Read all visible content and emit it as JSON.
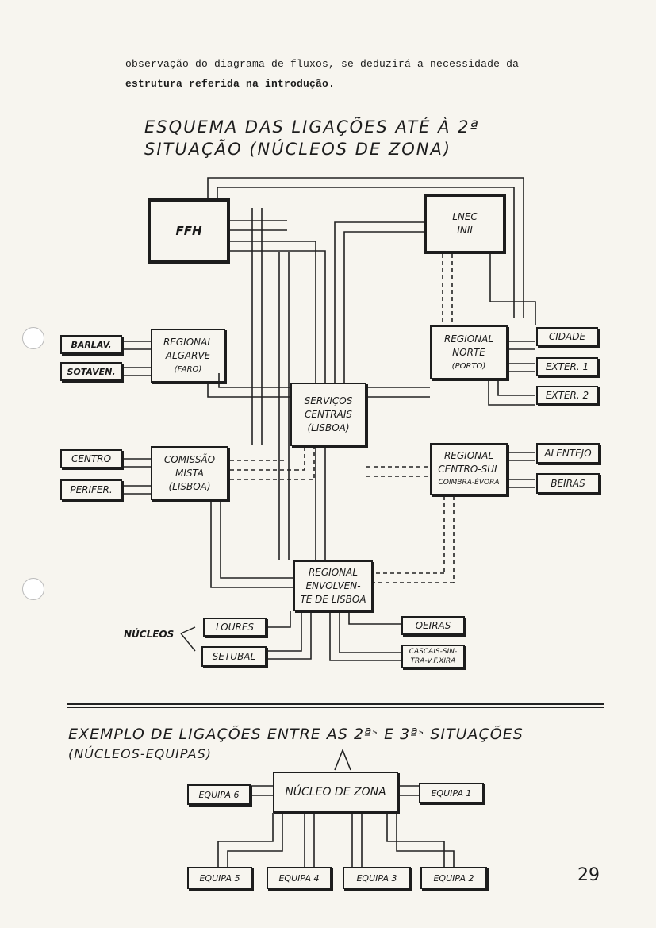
{
  "intro": {
    "line1": "observação do diagrama de fluxos, se deduzirá a necessidade da",
    "line2": "estrutura referida na introdução."
  },
  "diagram1": {
    "title_line1": "ESQUEMA DAS LIGAÇÕES ATÉ À 2ª",
    "title_line2": "SITUAÇÃO (NÚCLEOS DE ZONA)",
    "ffh": "FFH",
    "lnec_line1": "LNEC",
    "lnec_line2": "INII",
    "algarve": [
      "REGIONAL",
      "ALGARVE",
      "(FARO)"
    ],
    "barlav": "BARLAV.",
    "sotaven": "SOTAVEN.",
    "norte": [
      "REGIONAL",
      "NORTE",
      "(PORTO)"
    ],
    "cidade": "CIDADE",
    "exter1": "EXTER. 1",
    "exter2": "EXTER. 2",
    "servicos": [
      "SERVIÇOS",
      "CENTRAIS",
      "(LISBOA)"
    ],
    "comissao": [
      "COMISSÃO",
      "MISTA",
      "(LISBOA)"
    ],
    "centro": "CENTRO",
    "perifer": "PERIFER.",
    "centrosul": [
      "REGIONAL",
      "CENTRO-SUL",
      "COIMBRA-ÉVORA"
    ],
    "alentejo": "ALENTEJO",
    "beiras": "BEIRAS",
    "envolvente": [
      "REGIONAL",
      "ENVOLVEN-",
      "TE DE LISBOA"
    ],
    "nucleos": "NÚCLEOS",
    "loures": "LOURES",
    "setubal": "SETUBAL",
    "oeiras": "OEIRAS",
    "cascais": [
      "CASCAIS-SIN-",
      "TRA-V.F.XIRA"
    ]
  },
  "diagram2": {
    "title_line1": "EXEMPLO DE LIGAÇÕES ENTRE AS 2ªˢ E 3ªˢ SITUAÇÕES",
    "title_line2": "(NÚCLEOS-EQUIPAS)",
    "nucleo": "NÚCLEO DE ZONA",
    "equipa6": "EQUIPA 6",
    "equipa1": "EQUIPA 1",
    "equipa5": "EQUIPA 5",
    "equipa4": "EQUIPA 4",
    "equipa3": "EQUIPA 3",
    "equipa2": "EQUIPA 2"
  },
  "page_number": "29"
}
